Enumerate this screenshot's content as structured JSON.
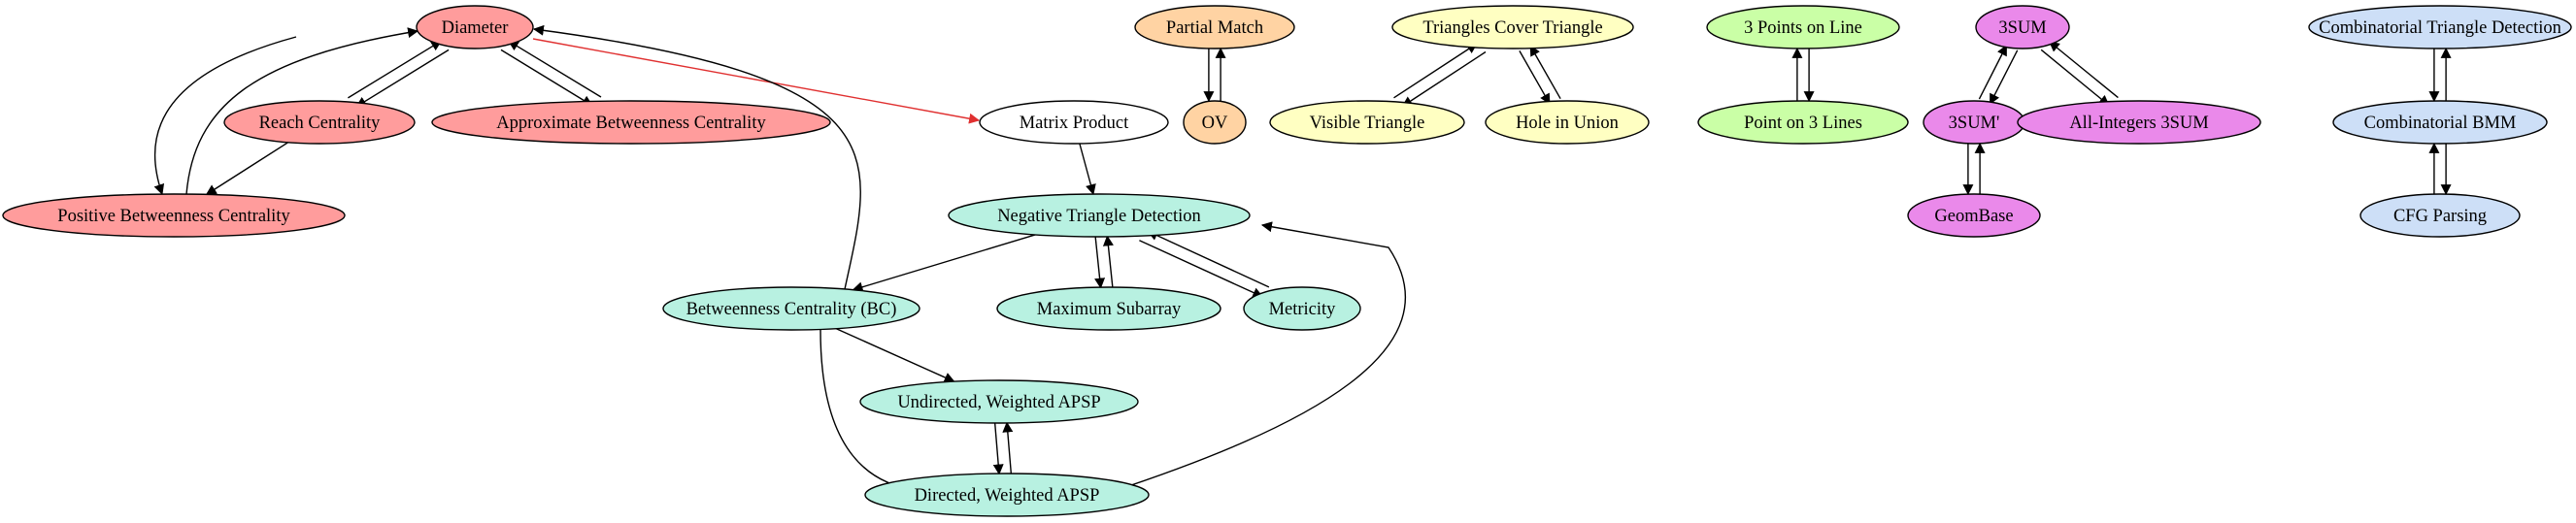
{
  "colors": {
    "red": "#ff9c9c",
    "teal": "#b8f1e1",
    "orange": "#ffd3a3",
    "yellow": "#ffffc2",
    "green": "#caffa6",
    "magenta": "#ea89ea",
    "blue": "#cddff7",
    "white": "#ffffff",
    "edge_black": "#000000",
    "edge_red": "#e03030"
  },
  "nodes": [
    {
      "id": "diameter",
      "label": "Diameter",
      "color": "red"
    },
    {
      "id": "reach",
      "label": "Reach Centrality",
      "color": "red"
    },
    {
      "id": "abc",
      "label": "Approximate Betweenness Centrality",
      "color": "red"
    },
    {
      "id": "pbc",
      "label": "Positive Betweenness Centrality",
      "color": "red"
    },
    {
      "id": "matrix",
      "label": "Matrix Product",
      "color": "white"
    },
    {
      "id": "ntd",
      "label": "Negative Triangle Detection",
      "color": "teal"
    },
    {
      "id": "bc",
      "label": "Betweenness Centrality (BC)",
      "color": "teal"
    },
    {
      "id": "maxsub",
      "label": "Maximum Subarray",
      "color": "teal"
    },
    {
      "id": "metricity",
      "label": "Metricity",
      "color": "teal"
    },
    {
      "id": "uapsp",
      "label": "Undirected, Weighted APSP",
      "color": "teal"
    },
    {
      "id": "dapsp",
      "label": "Directed, Weighted APSP",
      "color": "teal"
    },
    {
      "id": "pm",
      "label": "Partial Match",
      "color": "orange"
    },
    {
      "id": "ov",
      "label": "OV",
      "color": "orange"
    },
    {
      "id": "tct",
      "label": "Triangles Cover Triangle",
      "color": "yellow"
    },
    {
      "id": "vt",
      "label": "Visible Triangle",
      "color": "yellow"
    },
    {
      "id": "hiu",
      "label": "Hole in Union",
      "color": "yellow"
    },
    {
      "id": "p3l",
      "label": "3 Points on Line",
      "color": "green"
    },
    {
      "id": "po3",
      "label": "Point on 3 Lines",
      "color": "green"
    },
    {
      "id": "sum3",
      "label": "3SUM",
      "color": "magenta"
    },
    {
      "id": "sum3p",
      "label": "3SUM'",
      "color": "magenta"
    },
    {
      "id": "aisum",
      "label": "All-Integers 3SUM",
      "color": "magenta"
    },
    {
      "id": "geom",
      "label": "GeomBase",
      "color": "magenta"
    },
    {
      "id": "ctd",
      "label": "Combinatorial Triangle Detection",
      "color": "blue"
    },
    {
      "id": "cbmm",
      "label": "Combinatorial BMM",
      "color": "blue"
    },
    {
      "id": "cfg",
      "label": "CFG Parsing",
      "color": "blue"
    }
  ],
  "edges": [
    {
      "from": "diameter",
      "to": "reach",
      "color": "edge_black"
    },
    {
      "from": "reach",
      "to": "diameter",
      "color": "edge_black"
    },
    {
      "from": "diameter",
      "to": "abc",
      "color": "edge_black"
    },
    {
      "from": "abc",
      "to": "diameter",
      "color": "edge_black"
    },
    {
      "from": "diameter",
      "to": "pbc",
      "color": "edge_black"
    },
    {
      "from": "pbc",
      "to": "diameter",
      "color": "edge_black"
    },
    {
      "from": "reach",
      "to": "pbc",
      "color": "edge_black"
    },
    {
      "from": "diameter",
      "to": "matrix",
      "color": "edge_red"
    },
    {
      "from": "bc",
      "to": "diameter",
      "color": "edge_black"
    },
    {
      "from": "matrix",
      "to": "ntd",
      "color": "edge_black"
    },
    {
      "from": "ntd",
      "to": "bc",
      "color": "edge_black"
    },
    {
      "from": "ntd",
      "to": "maxsub",
      "color": "edge_black"
    },
    {
      "from": "maxsub",
      "to": "ntd",
      "color": "edge_black"
    },
    {
      "from": "ntd",
      "to": "metricity",
      "color": "edge_black"
    },
    {
      "from": "metricity",
      "to": "ntd",
      "color": "edge_black"
    },
    {
      "from": "bc",
      "to": "uapsp",
      "color": "edge_black"
    },
    {
      "from": "bc",
      "to": "dapsp",
      "color": "edge_black"
    },
    {
      "from": "uapsp",
      "to": "dapsp",
      "color": "edge_black"
    },
    {
      "from": "dapsp",
      "to": "uapsp",
      "color": "edge_black"
    },
    {
      "from": "dapsp",
      "to": "ntd",
      "color": "edge_black"
    },
    {
      "from": "pm",
      "to": "ov",
      "color": "edge_black"
    },
    {
      "from": "ov",
      "to": "pm",
      "color": "edge_black"
    },
    {
      "from": "tct",
      "to": "vt",
      "color": "edge_black"
    },
    {
      "from": "vt",
      "to": "tct",
      "color": "edge_black"
    },
    {
      "from": "tct",
      "to": "hiu",
      "color": "edge_black"
    },
    {
      "from": "hiu",
      "to": "tct",
      "color": "edge_black"
    },
    {
      "from": "p3l",
      "to": "po3",
      "color": "edge_black"
    },
    {
      "from": "po3",
      "to": "p3l",
      "color": "edge_black"
    },
    {
      "from": "sum3",
      "to": "sum3p",
      "color": "edge_black"
    },
    {
      "from": "sum3p",
      "to": "sum3",
      "color": "edge_black"
    },
    {
      "from": "sum3",
      "to": "aisum",
      "color": "edge_black"
    },
    {
      "from": "aisum",
      "to": "sum3",
      "color": "edge_black"
    },
    {
      "from": "sum3p",
      "to": "geom",
      "color": "edge_black"
    },
    {
      "from": "geom",
      "to": "sum3p",
      "color": "edge_black"
    },
    {
      "from": "ctd",
      "to": "cbmm",
      "color": "edge_black"
    },
    {
      "from": "cbmm",
      "to": "ctd",
      "color": "edge_black"
    },
    {
      "from": "cbmm",
      "to": "cfg",
      "color": "edge_black"
    },
    {
      "from": "cfg",
      "to": "cbmm",
      "color": "edge_black"
    }
  ]
}
